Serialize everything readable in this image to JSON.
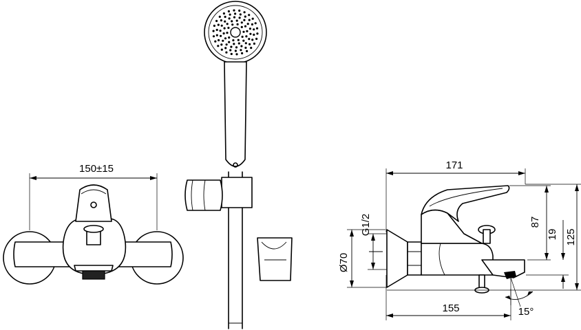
{
  "dimensions": {
    "front_width": "150±15",
    "side_length_top": "171",
    "side_length_bottom": "155",
    "thread": "G1/2",
    "flange_diameter": "Ø70",
    "handle_height": "87",
    "spout_offset": "19",
    "overall_height": "125",
    "spout_angle": "15°"
  }
}
